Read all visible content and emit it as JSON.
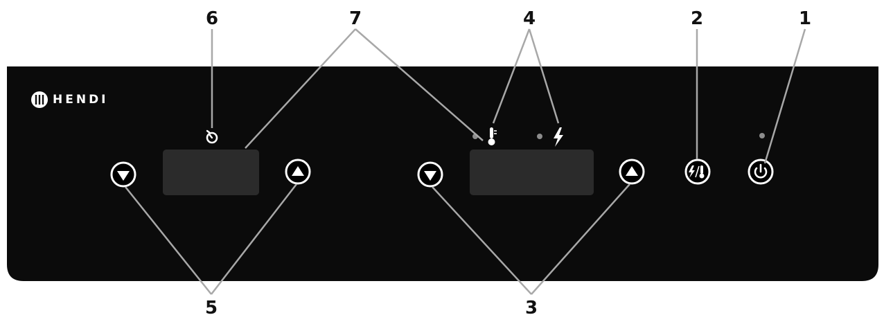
{
  "brand": {
    "name": "HENDI",
    "logo": "hendi-cutlery-logo-icon"
  },
  "callouts": [
    "1",
    "2",
    "3",
    "4",
    "5",
    "6",
    "7"
  ],
  "icons": {
    "timer": "timer-icon",
    "temperature": "thermometer-icon",
    "power_mode": "lightning-icon",
    "mode_switch": "power-temperature-switch-icon",
    "on_off": "power-icon",
    "down": "arrow-down-icon",
    "up": "arrow-up-icon"
  },
  "colors": {
    "panel": "#0b0b0b",
    "leader": "#a8a8a8",
    "display": "#2b2b2b",
    "indicator": "#8c8c8c",
    "button": "#ffffff"
  }
}
